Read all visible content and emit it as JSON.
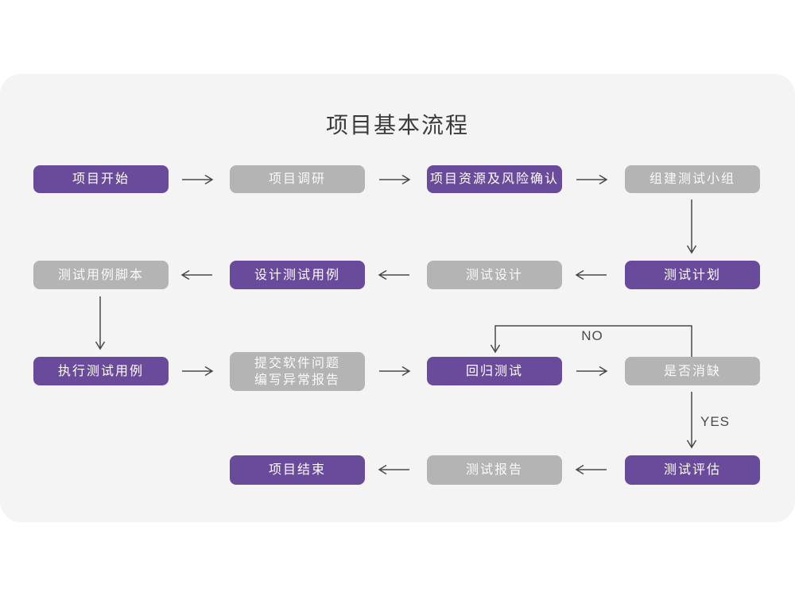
{
  "title": "项目基本流程",
  "theme": {
    "canvas_bg": "#FFFFFF",
    "card_bg": "#F5F4F5",
    "purple": "#6A4A9B",
    "gray": "#B5B4B5",
    "arrow_color": "#4A4A4A",
    "node_text_color": "#FFFFFF"
  },
  "branch_labels": {
    "no": "NO",
    "yes": "YES"
  },
  "nodes": [
    {
      "id": "project-start",
      "label": "项目开始",
      "variant": "purple"
    },
    {
      "id": "project-research",
      "label": "项目调研",
      "variant": "gray"
    },
    {
      "id": "resources-risk-confirm",
      "label": "项目资源及风险确认",
      "variant": "purple"
    },
    {
      "id": "build-test-team",
      "label": "组建测试小组",
      "variant": "gray"
    },
    {
      "id": "test-plan",
      "label": "测试计划",
      "variant": "purple"
    },
    {
      "id": "test-design",
      "label": "测试设计",
      "variant": "gray"
    },
    {
      "id": "design-test-cases",
      "label": "设计测试用例",
      "variant": "purple"
    },
    {
      "id": "test-case-scripts",
      "label": "测试用例脚本",
      "variant": "gray"
    },
    {
      "id": "execute-test-cases",
      "label": "执行测试用例",
      "variant": "purple"
    },
    {
      "id": "submit-issues",
      "label": "提交软件问题",
      "label_line2": "编写异常报告",
      "variant": "gray"
    },
    {
      "id": "regression-test",
      "label": "回归测试",
      "variant": "purple"
    },
    {
      "id": "defect-cleared",
      "label": "是否消缺",
      "variant": "gray"
    },
    {
      "id": "test-evaluation",
      "label": "测试评估",
      "variant": "purple"
    },
    {
      "id": "test-report",
      "label": "测试报告",
      "variant": "gray"
    },
    {
      "id": "project-end",
      "label": "项目结束",
      "variant": "purple"
    }
  ]
}
